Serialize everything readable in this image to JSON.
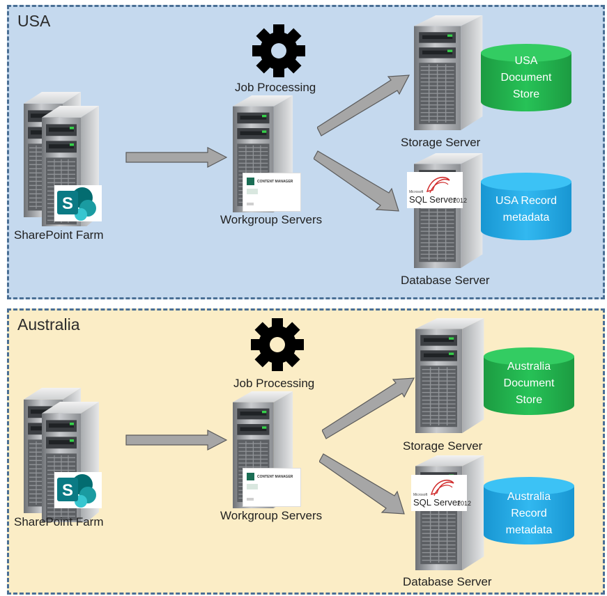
{
  "regions": [
    {
      "title": "USA",
      "source_label": "SharePoint Farm",
      "gear_label": "Job Processing",
      "workgroup_label": "Workgroup Servers",
      "storage_label": "Storage Server",
      "database_label": "Database Server",
      "doc_store_lines": [
        "USA",
        "Document",
        "Store"
      ],
      "record_lines": [
        "USA Record",
        "metadata"
      ],
      "background": "#c5d9ee"
    },
    {
      "title": "Australia",
      "source_label": "SharePoint Farm",
      "gear_label": "Job Processing",
      "workgroup_label": "Workgroup Servers",
      "storage_label": "Storage Server",
      "database_label": "Database Server",
      "doc_store_lines": [
        "Australia",
        "Document",
        "Store"
      ],
      "record_lines": [
        "Australia",
        "Record",
        "metadata"
      ],
      "background": "#fbedc6"
    }
  ],
  "logos": {
    "sharepoint_letter": "S",
    "sql_brand": "Microsoft",
    "sql_name": "SQL Server",
    "sql_version": "2012",
    "cm_name": "CONTENT MANAGER"
  },
  "colors": {
    "border": "#4a6f95",
    "doc_store": "#22b04c",
    "record_store": "#21a8e8",
    "arrow": "#a6a6a6",
    "sharepoint": "#0b7a84",
    "gear": "#000000"
  }
}
